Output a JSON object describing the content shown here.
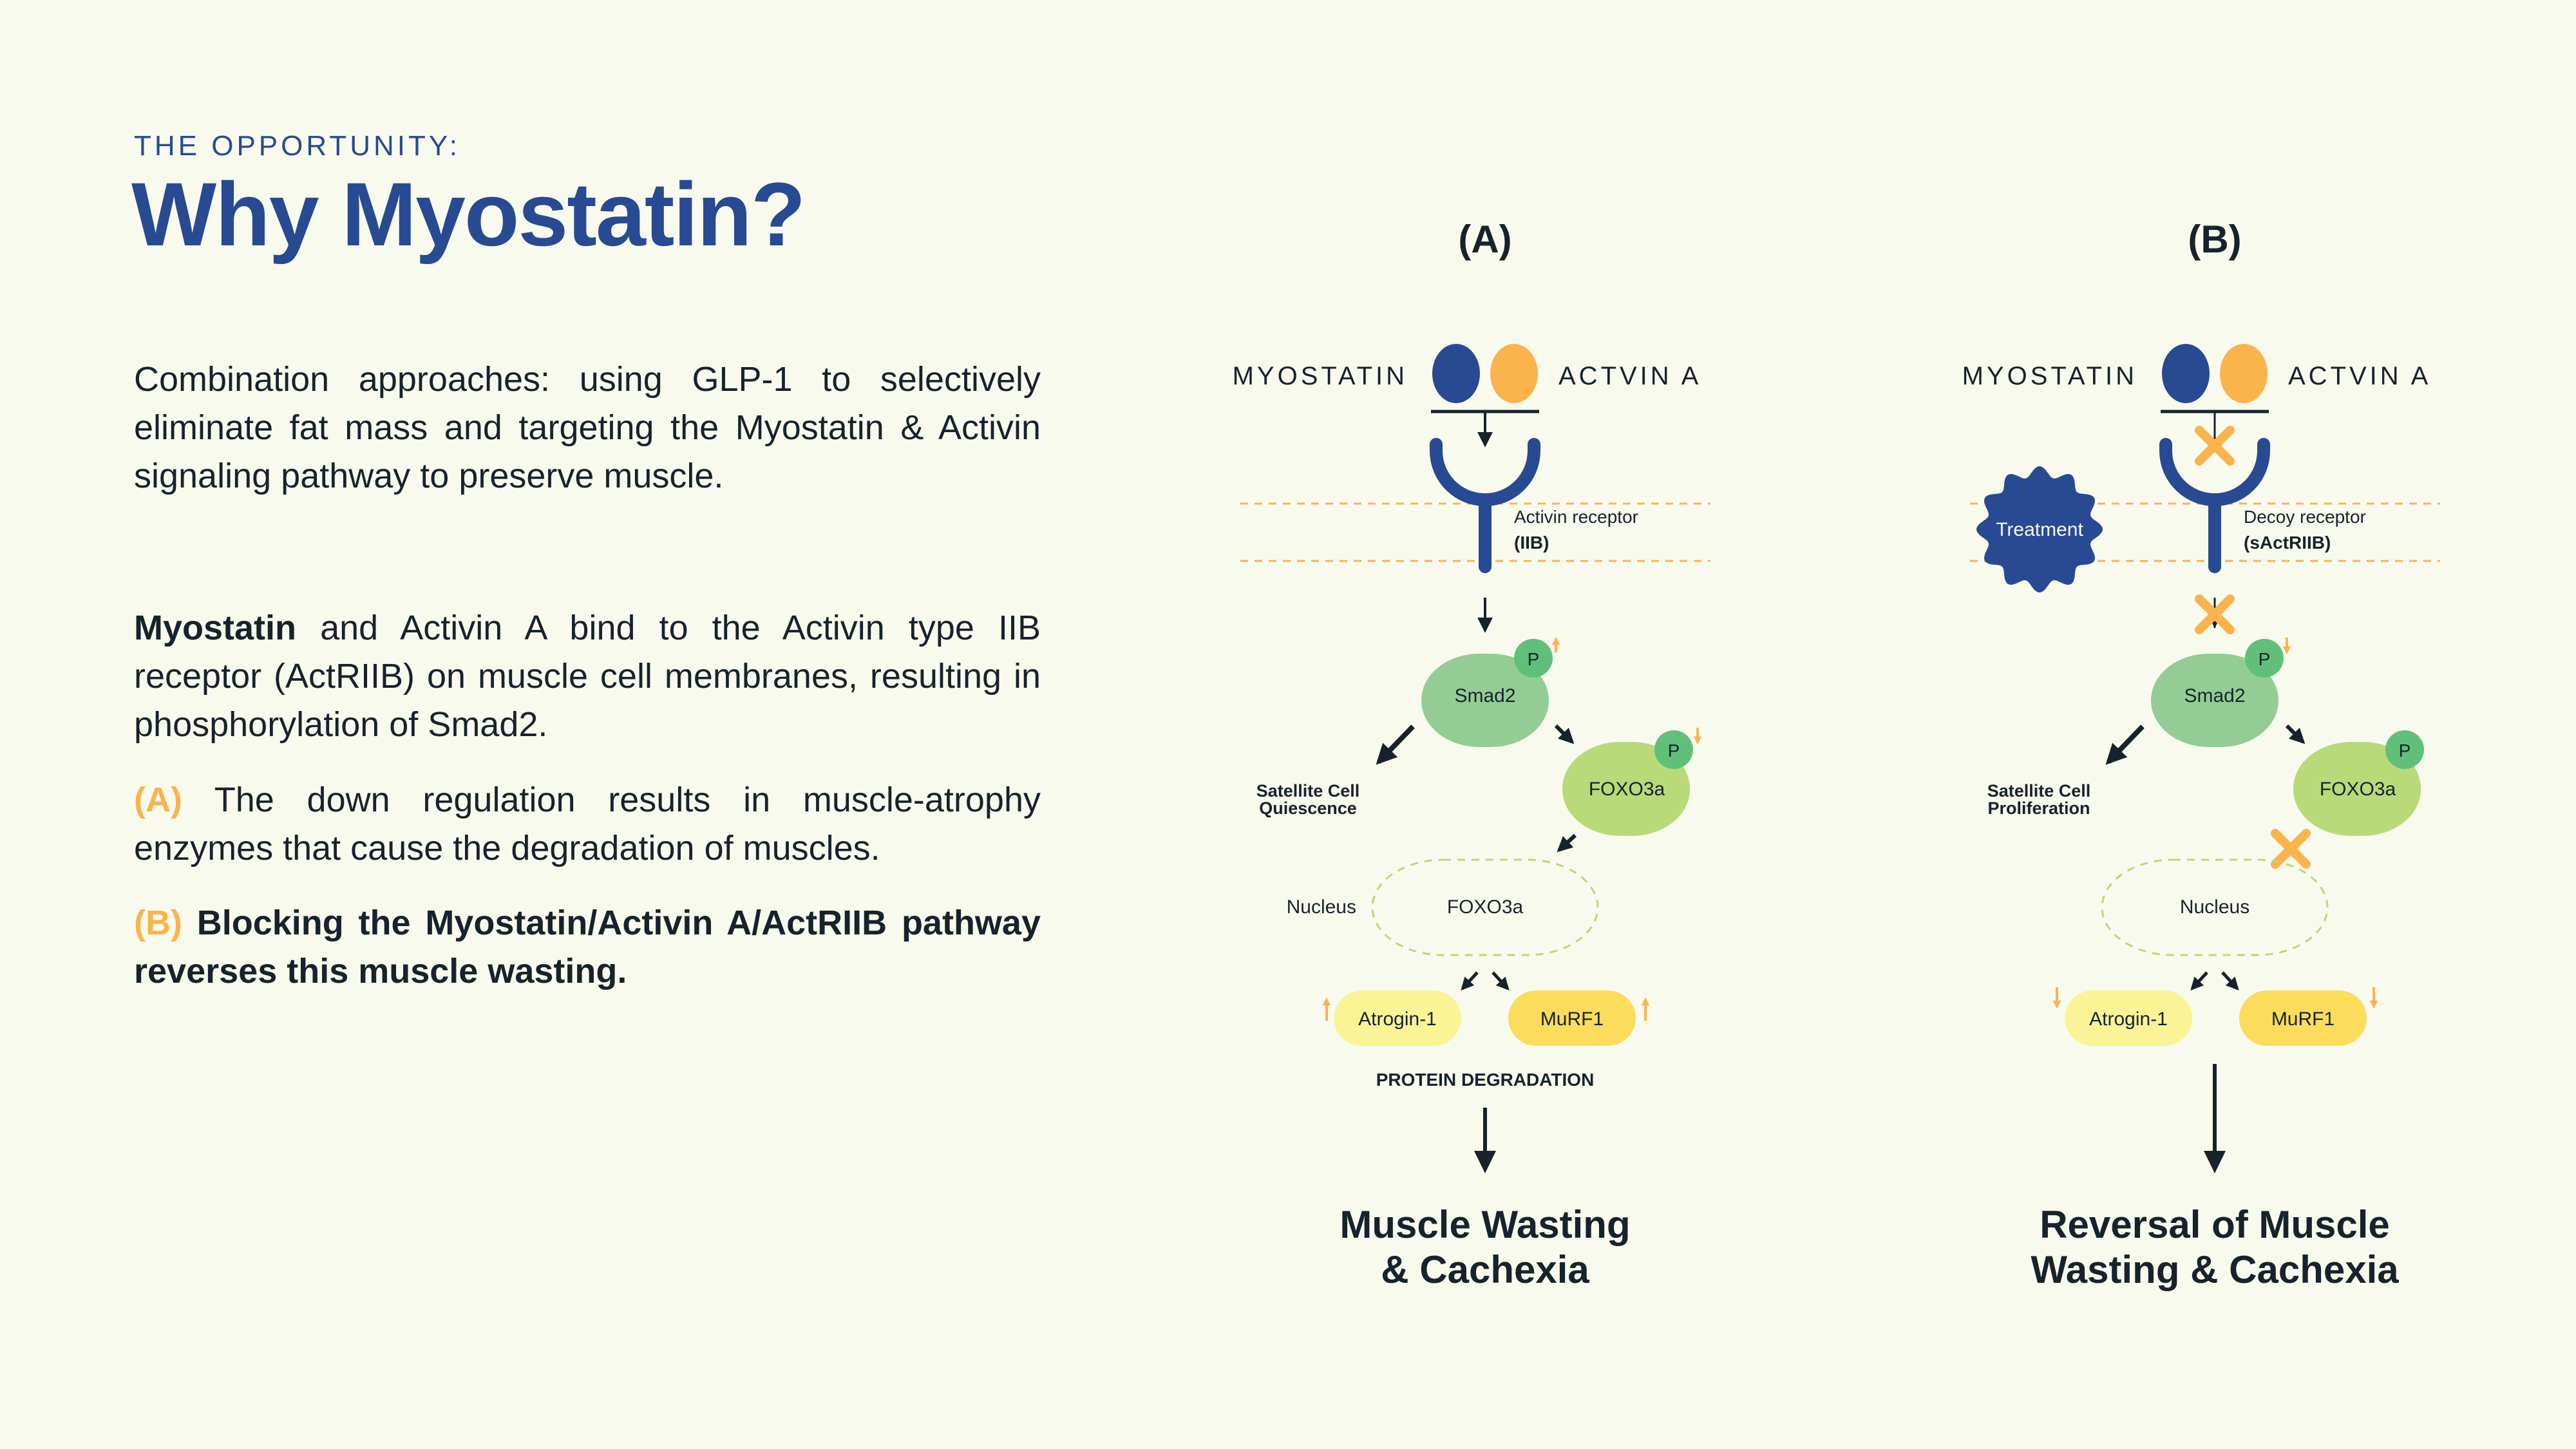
{
  "header": {
    "eyebrow": "THE OPPORTUNITY:",
    "title": "Why Myostatin?"
  },
  "body": {
    "intro": "Combination approaches: using GLP-1 to selectively eliminate fat mass and targeting the Myostatin & Activin signaling pathway to preserve muscle.",
    "mechanism_bold": "Myostatin",
    "mechanism_rest": " and Activin A bind to the Activin type IIB receptor (ActRIIB) on muscle cell membranes, resulting in phosphorylation of Smad2.",
    "point_a_label": "(A)",
    "point_a_text": " The down regulation results in muscle-atrophy enzymes that cause the degradation of muscles.",
    "point_b_label": "(B)",
    "point_b_text": " Blocking the Myostatin/Activin A/ActRIIB pathway reverses this muscle wasting."
  },
  "colors": {
    "background": "#f8faee",
    "brand_blue": "#284a93",
    "orange": "#fbb34c",
    "text_dark": "#17232b",
    "smad_green": "#93cd95",
    "phospho_green": "#60c07a",
    "foxo_green": "#b8da78",
    "atrogin_yellow": "#fbf497",
    "murf_yellow": "#fddc5c"
  },
  "diagram_a": {
    "label": "(A)",
    "ligand_left": "MYOSTATIN",
    "ligand_right": "ACTVIN A",
    "receptor_name": "Activin receptor",
    "receptor_type": "(IIB)",
    "smad": "Smad2",
    "phospho": "P",
    "smad_phospho_trend": "up",
    "foxo": "FOXO3a",
    "foxo_phospho_trend": "down",
    "satellite_line1": "Satellite Cell",
    "satellite_line2": "Quiescence",
    "nucleus_label": "Nucleus",
    "nucleus_content": "FOXO3a",
    "atrogin": "Atrogin-1",
    "murf": "MuRF1",
    "enzyme_trend": "up",
    "degradation": "PROTEIN DEGRADATION",
    "outcome_line1": "Muscle Wasting",
    "outcome_line2": "& Cachexia"
  },
  "diagram_b": {
    "label": "(B)",
    "ligand_left": "MYOSTATIN",
    "ligand_right": "ACTVIN A",
    "treatment": "Treatment",
    "receptor_name": "Decoy receptor",
    "receptor_type": "(sActRIIB)",
    "smad": "Smad2",
    "phospho": "P",
    "smad_phospho_trend": "down",
    "foxo": "FOXO3a",
    "satellite_line1": "Satellite Cell",
    "satellite_line2": "Proliferation",
    "nucleus_label": "Nucleus",
    "atrogin": "Atrogin-1",
    "murf": "MuRF1",
    "enzyme_trend": "down",
    "outcome_line1": "Reversal of Muscle",
    "outcome_line2": "Wasting & Cachexia"
  }
}
